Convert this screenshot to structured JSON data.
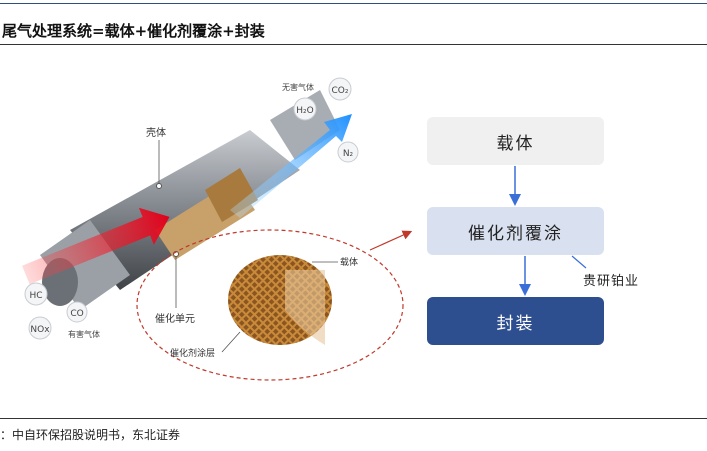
{
  "title": "尾气处理系统=载体+催化剂覆涂+封装",
  "illustration": {
    "shell_label": "壳体",
    "harmless_gas_label": "无害气体",
    "harmful_gas_label": "有害气体",
    "catalyst_unit_label": "催化单元",
    "carrier_label": "载体",
    "coating_layer_label": "催化剂涂层",
    "gas_h2o": "H₂O",
    "gas_co2": "CO₂",
    "gas_n2": "N₂",
    "gas_hc": "HC",
    "gas_co": "CO",
    "gas_nox": "NOx"
  },
  "flow": {
    "step1": "载体",
    "step2": "催化剂覆涂",
    "step3": "封装",
    "note": "贵研铂业"
  },
  "colors": {
    "accent_dark_blue": "#2e4f8f",
    "light_blue": "#d9e0f0",
    "light_gray": "#f0f0f0",
    "callout_red": "#c0392b"
  },
  "source": "：中自环保招股说明书，东北证券"
}
